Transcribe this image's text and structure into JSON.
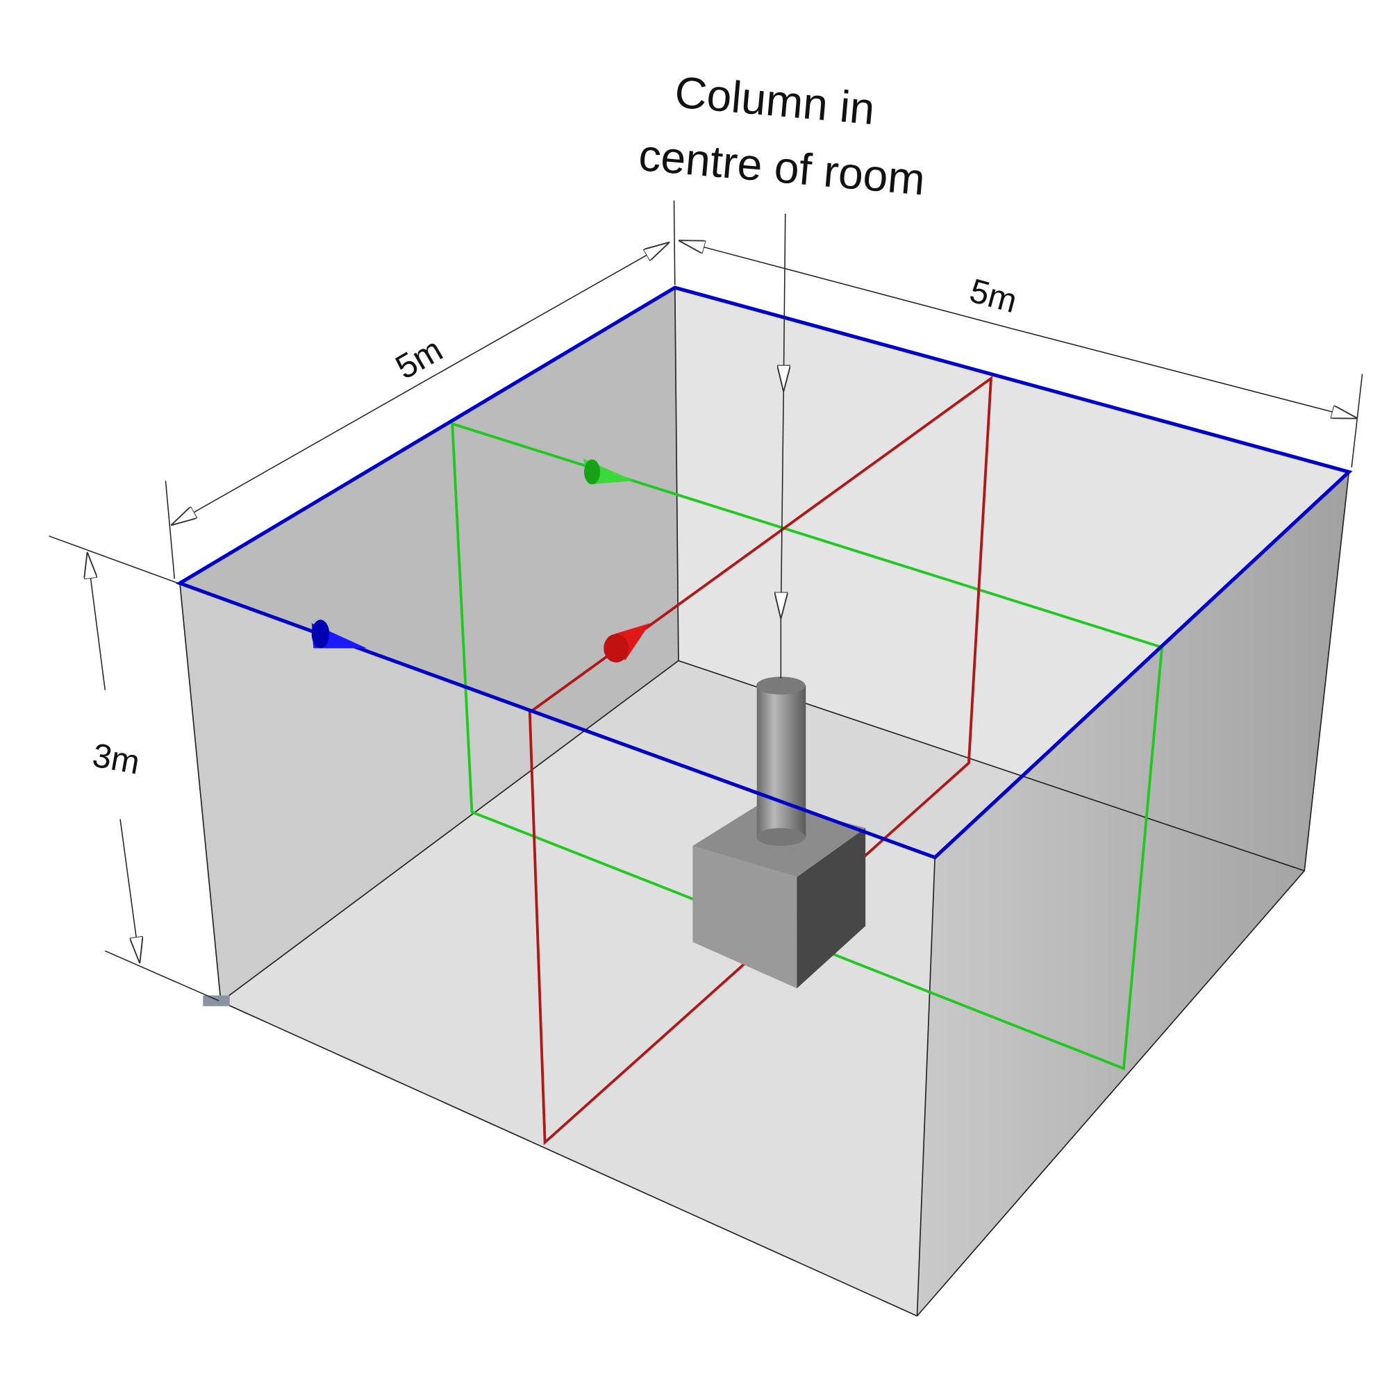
{
  "labels": {
    "column_line1": "Column in",
    "column_line2": "centre of room",
    "width_left": "5m",
    "width_right": "5m",
    "height": "3m"
  },
  "colors": {
    "ceiling_edge": "#0000c8",
    "green_plane": "#22c822",
    "red_plane": "#b01818",
    "left_wall": "#b4b4b4",
    "back_wall": "#e4e4e4",
    "right_wall": "#a8a8a8",
    "floor": "#d8d8d8"
  }
}
